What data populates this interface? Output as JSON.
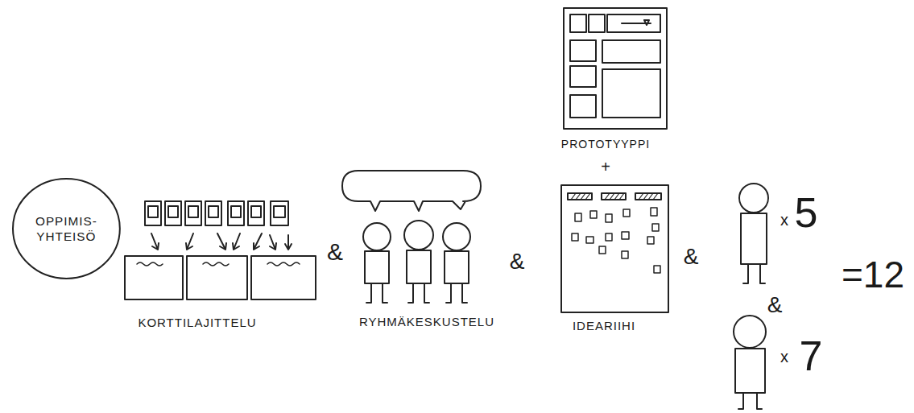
{
  "diagram": {
    "nodes": [
      {
        "text": [
          "OPPIMIS- YHTEISÖ"
        ]
      }
    ],
    "labels": [
      "KORTTILAJITTELU",
      "&",
      "RYHMÄKESKUSTELU",
      "&",
      "PROTOTYYPPI",
      "+",
      "IDEARIIHI",
      "&",
      "x",
      "5",
      "&",
      "x",
      "7",
      "=12"
    ]
  }
}
